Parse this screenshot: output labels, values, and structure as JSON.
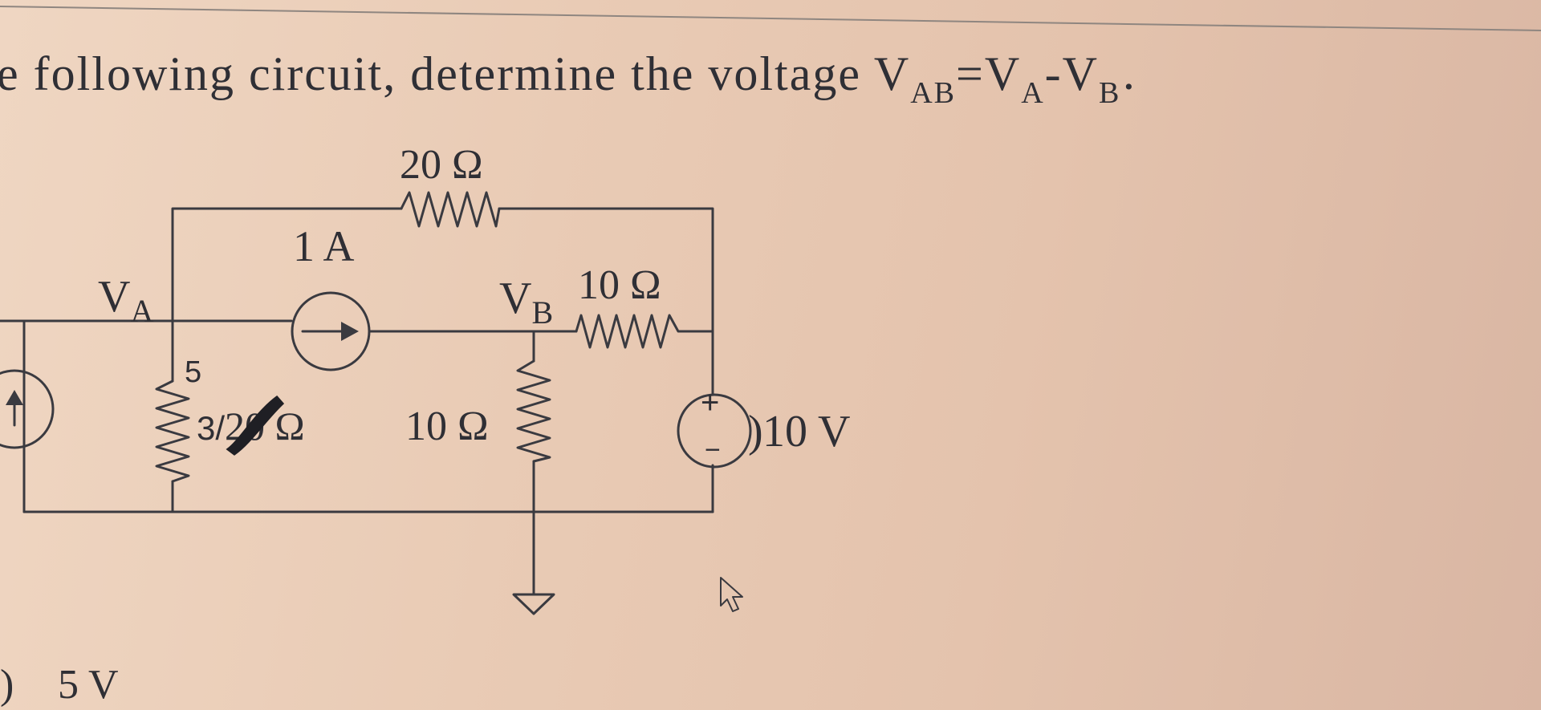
{
  "question": {
    "prefix": "e following circuit, determine the voltage V",
    "sub_ab": "AB",
    "mid": "=V",
    "sub_a": "A",
    "dash": "-V",
    "sub_b": "B",
    "period": "·"
  },
  "labels": {
    "r_top": "20 Ω",
    "current_source": "1 A",
    "node_a_main": "V",
    "node_a_sub": "A",
    "node_b_main": "V",
    "node_b_sub": "B",
    "r_right_top": "10 Ω",
    "handwritten_5": "5",
    "r_left_prefix": "3/",
    "r_left_struck": "20",
    "r_left_unit": " Ω",
    "r_middle": "10 Ω",
    "voltage_source": "10 V",
    "plus_sign": "+",
    "minus_sign": "−"
  },
  "answer_option": {
    "paren": ")",
    "text": "5 V"
  },
  "colors": {
    "ink": "#2f2f35",
    "paper": "#e9cbb5"
  }
}
